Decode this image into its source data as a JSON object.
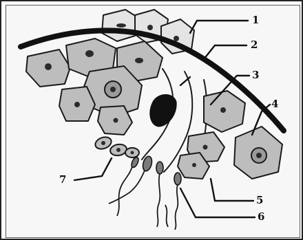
{
  "labels": {
    "l1": "1",
    "l2": "2",
    "l3": "3",
    "l4": "4",
    "l5": "5",
    "l6": "6",
    "l7": "7"
  }
}
